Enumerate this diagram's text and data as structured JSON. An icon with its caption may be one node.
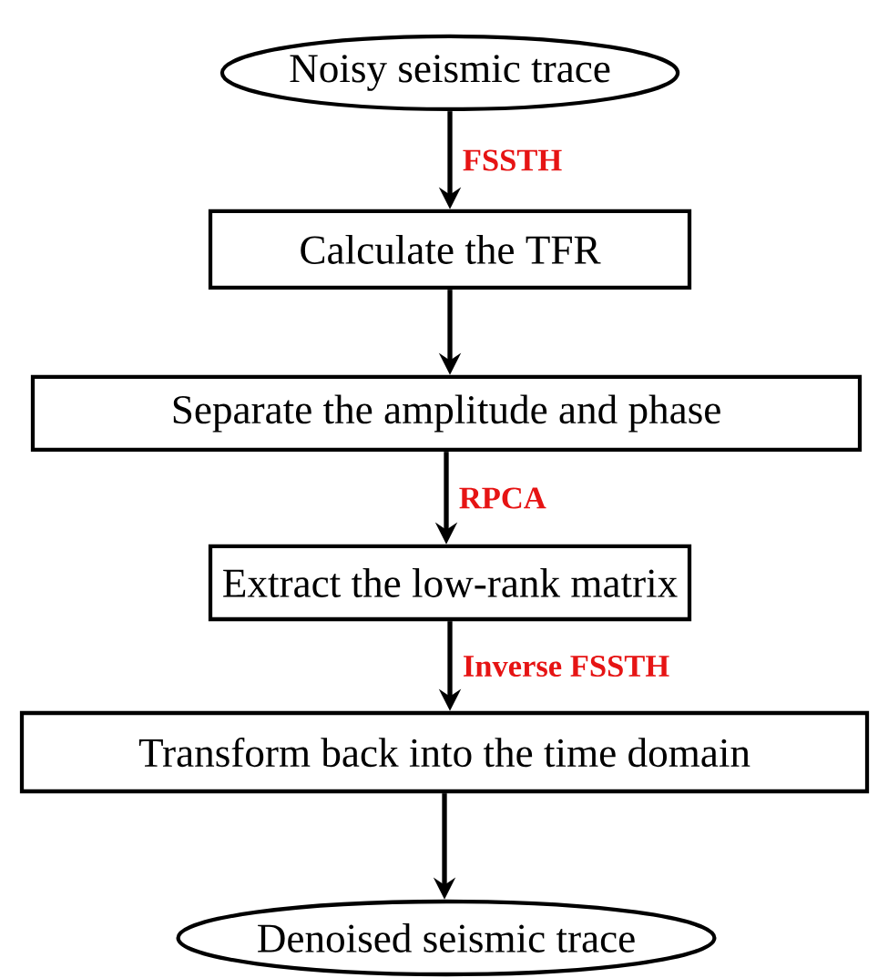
{
  "diagram": {
    "nodes": [
      {
        "text": [
          "Noisy seismic trace"
        ]
      },
      {
        "text": [
          "Calculate the TFR"
        ]
      },
      {
        "text": [
          "Separate the amplitude and phase"
        ]
      },
      {
        "text": [
          "Extract the low-rank matrix"
        ]
      },
      {
        "text": [
          "Transform back into the time domain"
        ]
      },
      {
        "text": [
          "Denoised seismic trace"
        ]
      }
    ],
    "edges": [
      {
        "from": 0,
        "to": 1,
        "arrow": "to",
        "label": "FSSTH"
      },
      {
        "from": 1,
        "to": 2,
        "arrow": "to"
      },
      {
        "from": 2,
        "to": 3,
        "arrow": "to",
        "label": "RPCA"
      },
      {
        "from": 3,
        "to": 4,
        "arrow": "to",
        "label": "Inverse FSSTH"
      },
      {
        "from": 4,
        "to": 5,
        "arrow": "to"
      }
    ]
  }
}
